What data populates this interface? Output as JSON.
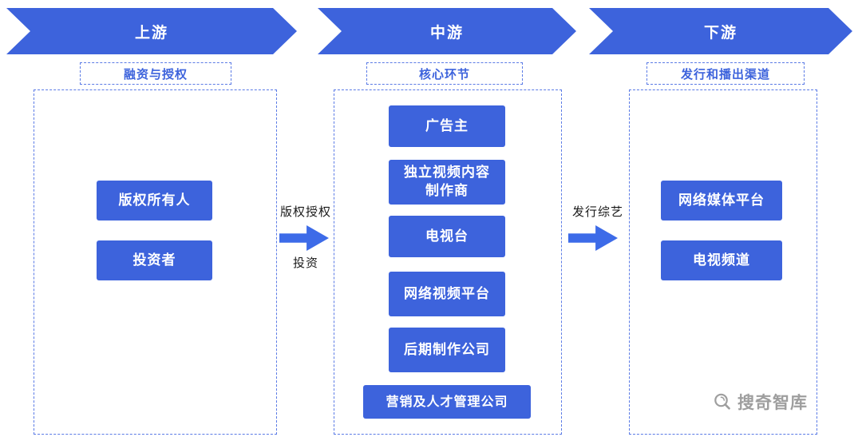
{
  "diagram": {
    "columns": [
      {
        "banner": "上游",
        "subtitle": "融资与授权",
        "items": [
          "版权所有人",
          "投资者"
        ]
      },
      {
        "banner": "中游",
        "subtitle": "核心环节",
        "items": [
          "广告主",
          "独立视频内容制作商",
          "电视台",
          "网络视频平台",
          "后期制作公司",
          "营销及人才管理公司"
        ]
      },
      {
        "banner": "下游",
        "subtitle": "发行和播出渠道",
        "items": [
          "网络媒体平台",
          "电视频道"
        ]
      }
    ],
    "connectors": [
      {
        "label_top": "版权授权",
        "label_bottom": "投资"
      },
      {
        "label_top": "发行综艺",
        "label_bottom": ""
      }
    ],
    "watermark": {
      "text": "搜奇智库"
    }
  },
  "colors": {
    "primary_blue": "#3D63DC",
    "arrow_blue": "#3D6BE8",
    "dashed_border_blue": "#5B7BE6",
    "watermark_gray": "#9E9E9E",
    "text_on_blue": "#FFFFFF",
    "connector_text": "#1A1A1A"
  }
}
